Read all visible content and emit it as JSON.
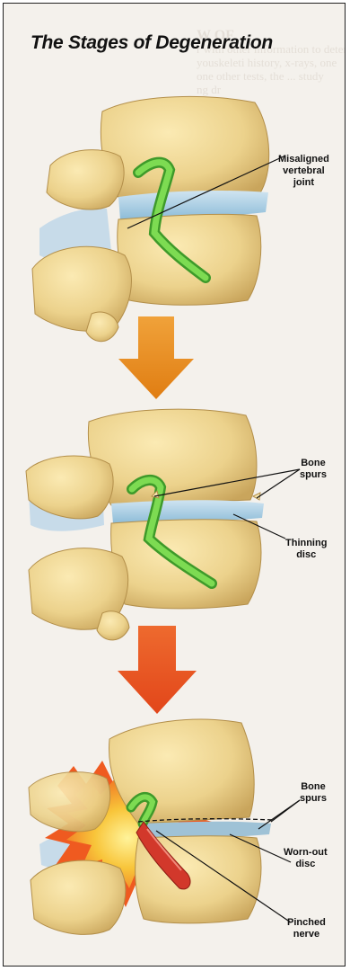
{
  "title": "The Stages of Degeneration",
  "background_text": [
    "W OF",
    "r with other information to deter",
    "youskeleti history, x-rays, one",
    "one other tests, the ... study",
    "ng dr"
  ],
  "labels": {
    "misaligned_joint": "Misaligned\nvertebral\njoint",
    "bone_spurs_1": "Bone\nspurs",
    "thinning_disc": "Thinning\ndisc",
    "bone_spurs_2": "Bone\nspurs",
    "worn_out_disc": "Worn-out\ndisc",
    "pinched_nerve": "Pinched\nnerve"
  },
  "colors": {
    "bone": "#ecd28c",
    "bone_shadow": "#c9a55c",
    "disc": "#9fc8e0",
    "nerve": "#5bbf3c",
    "inflamed_nerve": "#d2382b",
    "arrow_1": "#e58a1f",
    "arrow_2": "#e7551f",
    "inflammation": "#f6a21c"
  }
}
